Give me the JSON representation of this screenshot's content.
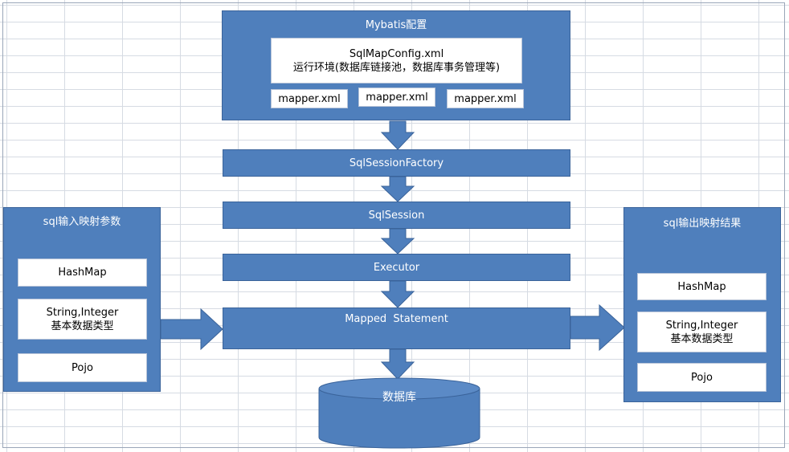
{
  "mybatis": {
    "title": "Mybatis配置",
    "config_line1": "SqlMapConfig.xml",
    "config_line2": "运行环境(数据库链接池，数据库事务管理等)",
    "mappers": [
      "mapper.xml",
      "mapper.xml",
      "mapper.xml"
    ]
  },
  "pipeline": {
    "factory": "SqlSessionFactory",
    "session": "SqlSession",
    "executor": "Executor",
    "mapped_statement": "Mapped  Statement"
  },
  "database": {
    "label": "数据库"
  },
  "input": {
    "title": "sql输入映射参数",
    "items": [
      {
        "line1": "HashMap",
        "line2": ""
      },
      {
        "line1": "String,Integer",
        "line2": "基本数据类型"
      },
      {
        "line1": "Pojo",
        "line2": ""
      }
    ]
  },
  "output": {
    "title": "sql输出映射结果",
    "items": [
      {
        "line1": "HashMap",
        "line2": ""
      },
      {
        "line1": "String,Integer",
        "line2": "基本数据类型"
      },
      {
        "line1": "Pojo",
        "line2": ""
      }
    ]
  },
  "colors": {
    "box_fill": "#4f7fbc",
    "box_border": "#3a639a",
    "text_on_box": "#ffffff"
  }
}
